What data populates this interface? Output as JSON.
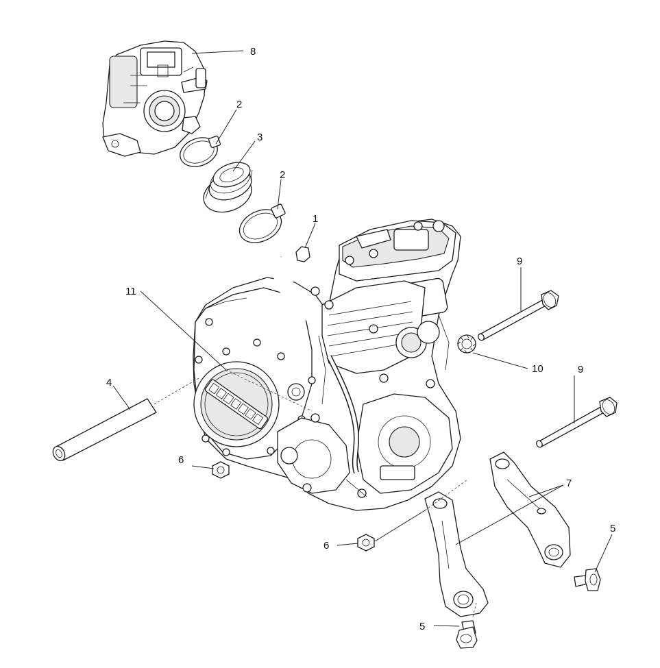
{
  "callouts": [
    {
      "id": "c8",
      "label": "8"
    },
    {
      "id": "c2a",
      "label": "2"
    },
    {
      "id": "c3",
      "label": "3"
    },
    {
      "id": "c2b",
      "label": "2"
    },
    {
      "id": "c1",
      "label": "1"
    },
    {
      "id": "c9a",
      "label": "9"
    },
    {
      "id": "c11",
      "label": "11"
    },
    {
      "id": "c10",
      "label": "10"
    },
    {
      "id": "c9b",
      "label": "9"
    },
    {
      "id": "c4",
      "label": "4"
    },
    {
      "id": "c6a",
      "label": "6"
    },
    {
      "id": "c7",
      "label": "7"
    },
    {
      "id": "c6b",
      "label": "6"
    },
    {
      "id": "c5a",
      "label": "5"
    },
    {
      "id": "c5b",
      "label": "5"
    }
  ]
}
